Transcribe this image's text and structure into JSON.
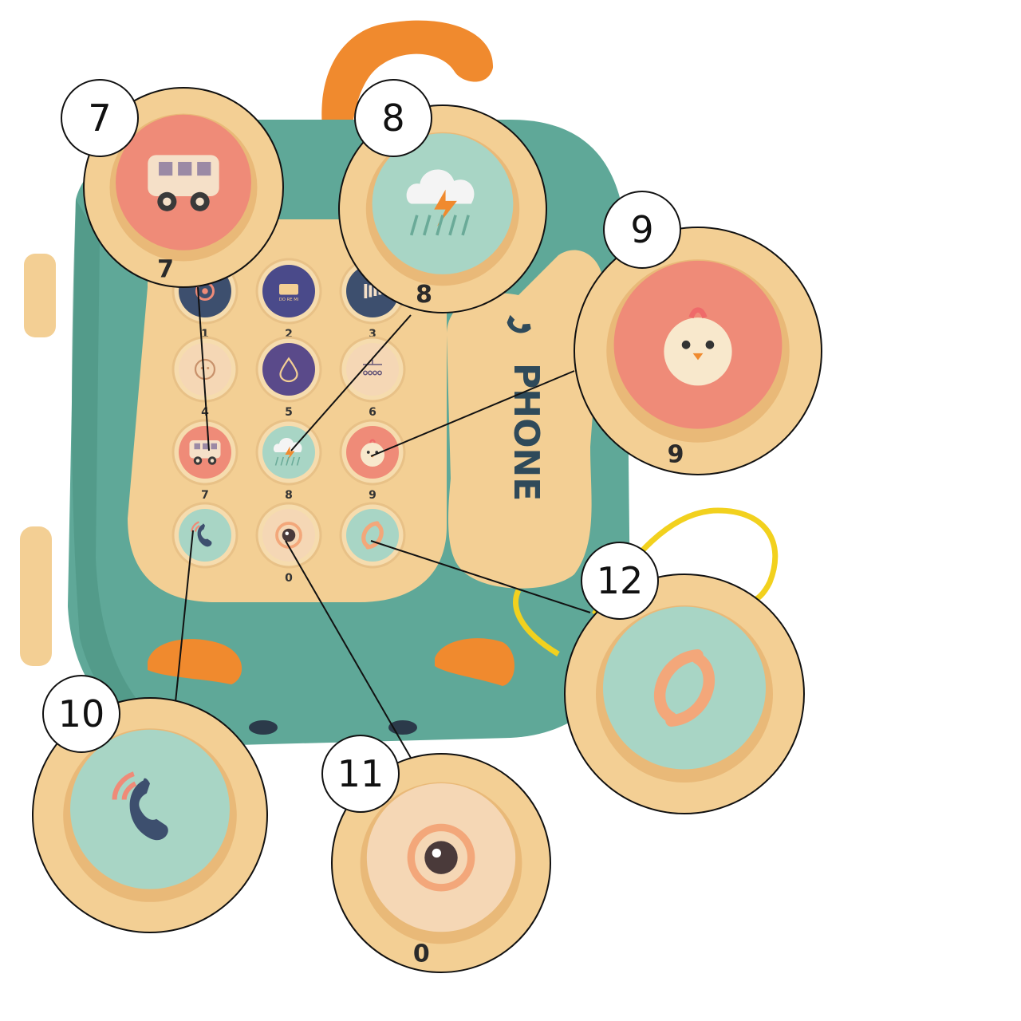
{
  "handset_text": "PHONE",
  "keypad": {
    "keys": [
      {
        "digit": "1",
        "icon": "target-icon"
      },
      {
        "digit": "2",
        "icon": "piano-icon"
      },
      {
        "digit": "3",
        "icon": "xylophone-icon"
      },
      {
        "digit": "4",
        "icon": "baby-face-icon"
      },
      {
        "digit": "5",
        "icon": "water-drop-icon"
      },
      {
        "digit": "6",
        "icon": "mobile-icon"
      },
      {
        "digit": "7",
        "icon": "bus-icon"
      },
      {
        "digit": "8",
        "icon": "storm-cloud-icon"
      },
      {
        "digit": "9",
        "icon": "chick-icon"
      },
      {
        "digit": "",
        "icon": "phone-call-icon"
      },
      {
        "digit": "0",
        "icon": "eye-icon"
      },
      {
        "digit": "",
        "icon": "hang-up-icon"
      }
    ],
    "piano_key_text": "DO RE MI"
  },
  "callouts": [
    {
      "label": "7",
      "digit": "7",
      "icon": "bus-icon"
    },
    {
      "label": "8",
      "digit": "8",
      "icon": "storm-cloud-icon"
    },
    {
      "label": "9",
      "digit": "9",
      "icon": "chick-icon"
    },
    {
      "label": "10",
      "digit": "",
      "icon": "phone-call-icon"
    },
    {
      "label": "11",
      "digit": "0",
      "icon": "eye-icon"
    },
    {
      "label": "12",
      "digit": "",
      "icon": "hang-up-icon"
    }
  ],
  "colors": {
    "body_teal": "#5fa898",
    "cream": "#f3cf94",
    "salmon": "#ef8b78",
    "mint": "#a8d5c5",
    "orange": "#f08a2e",
    "navy": "#3d4f6e"
  }
}
